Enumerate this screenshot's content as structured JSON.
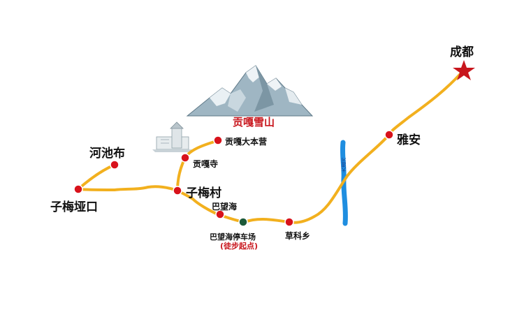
{
  "mountain": {
    "name": "贡嘎雪山"
  },
  "river": {
    "name": "大渡河",
    "color": "#1f8ee0"
  },
  "route_color": "#f2b01e",
  "places": {
    "chengdu": "成都",
    "yaan": "雅安",
    "caoke": "草科乡",
    "bawanghai_parking": "巴望海停车场",
    "hiking_start": "(徒步起点)",
    "bawanghai": "巴望海",
    "zimei_village": "子梅村",
    "gongga_temple": "贡嘎寺",
    "gongga_camp": "贡嘎大本营",
    "hechibu": "河池布",
    "zimei_pass": "子梅垭口"
  },
  "markers": {
    "start": {
      "shape": "star",
      "color": "#c8161d"
    },
    "stop": {
      "color": "#d8121b"
    },
    "trailhead": {
      "color": "#1d5a3a"
    }
  }
}
